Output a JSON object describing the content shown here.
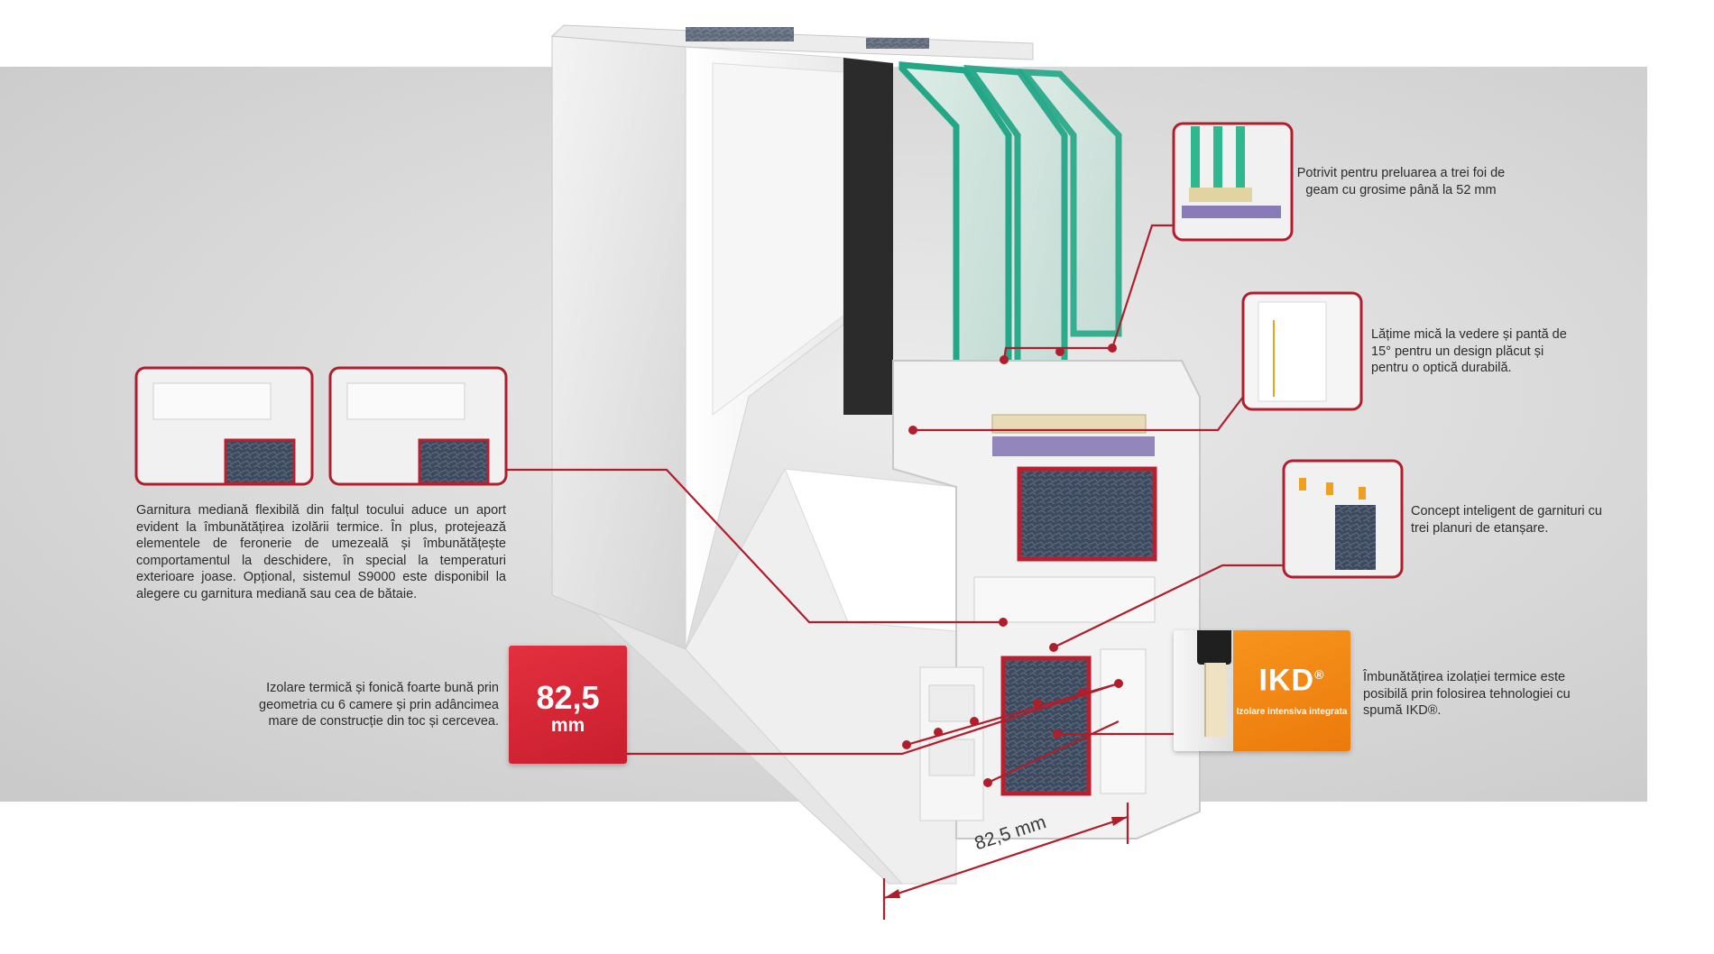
{
  "colors": {
    "accent_red": "#c0202e",
    "badge_red": "#d9283a",
    "ikd_orange": "#f18a17",
    "glass_green": "#2fb890",
    "background_gray": "#d6d6d6"
  },
  "descriptions": {
    "glass": "Potrivit pentru preluarea a trei foi de geam cu grosime până la 52 mm",
    "sight": "Lățime mică la vedere și pantă de 15° pentru un design plăcut și pentru o optică durabilă.",
    "gasket": "Concept inteligent de garnituri cu trei planuri de etanșare.",
    "ikd": "Îmbunătățirea izolației termice este posibilă prin folosirea tehnologiei cu spumă IKD®.",
    "median": "Garnitura mediană flexibilă din falțul tocului aduce un aport evident la îmbunătățirea izolării termice. În plus, protejează elementele de feronerie de umezeală și îmbunătățește comportamentul la deschidere, în special la temperaturi exterioare joase. Opțional, sistemul S9000 este disponibil la alegere cu garnitura mediană sau cea de bătaie.",
    "insulation": "Izolare termică și fonică foarte bună prin geometria cu 6 camere și prin adâncimea mare de construcție din toc și cercevea."
  },
  "badge": {
    "value": "82,5",
    "unit": "mm"
  },
  "ikd": {
    "logo": "IKD",
    "registered": "®",
    "subtitle": "Izolare intensiva integrata"
  },
  "dimension": {
    "label": "82,5 mm"
  }
}
